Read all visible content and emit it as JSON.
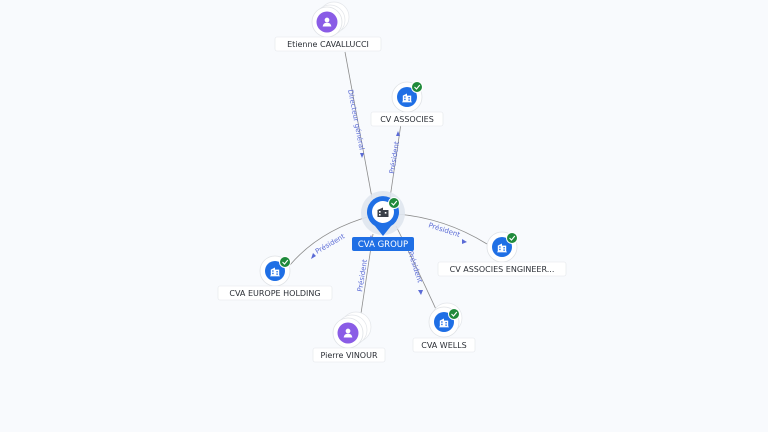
{
  "colors": {
    "background": "#f8fafd",
    "company_blue": "#1f6fe5",
    "person_purple": "#8a5ce6",
    "check_green": "#1f8a3b",
    "edge_line": "#8c8c8c",
    "edge_label": "#5b6bd6"
  },
  "center": {
    "label": "CVA GROUP",
    "icon": "building-icon",
    "verified": true
  },
  "nodes": [
    {
      "id": "etienne",
      "label": "Etienne CAVALLUCCI",
      "kind": "person",
      "icon": "person-icon"
    },
    {
      "id": "cva-associes",
      "label": "CV ASSOCIES",
      "kind": "company",
      "icon": "building-icon",
      "verified": true
    },
    {
      "id": "cva-associes-eng",
      "label": "CV ASSOCIES ENGINEER...",
      "kind": "company",
      "icon": "building-icon",
      "verified": true
    },
    {
      "id": "cva-wells",
      "label": "CVA WELLS",
      "kind": "company",
      "icon": "building-icon",
      "verified": true
    },
    {
      "id": "pierre",
      "label": "Pierre VINOUR",
      "kind": "person",
      "icon": "person-icon"
    },
    {
      "id": "cva-europe",
      "label": "CVA EUROPE HOLDING",
      "kind": "company",
      "icon": "building-icon",
      "verified": true
    }
  ],
  "edges": [
    {
      "from": "etienne",
      "to": "center",
      "label": "Directeur général"
    },
    {
      "from": "center",
      "to": "cva-associes",
      "label": "Président"
    },
    {
      "from": "center",
      "to": "cva-associes-eng",
      "label": "Président"
    },
    {
      "from": "center",
      "to": "cva-wells",
      "label": "Président"
    },
    {
      "from": "pierre",
      "to": "center",
      "label": "Président"
    },
    {
      "from": "center",
      "to": "cva-europe",
      "label": "Président"
    }
  ]
}
